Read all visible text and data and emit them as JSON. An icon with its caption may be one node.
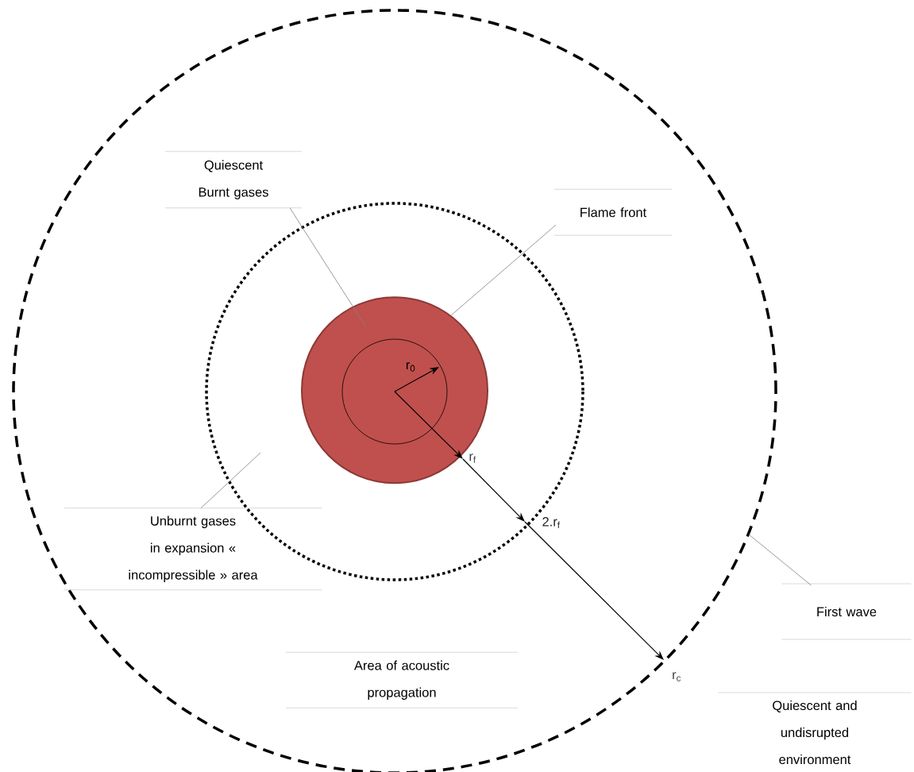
{
  "diagram": {
    "nodes": [
      {
        "text": [],
        "shape": "circle"
      },
      {
        "text": [
          "Quiescent Burnt gases"
        ],
        "in": 0
      },
      {
        "text": [
          "Flame front"
        ],
        "in": 0
      },
      {
        "text": [],
        "shape": "circle",
        "in": 0
      },
      {
        "text": [
          "Unburnt gases in expansion « incompressible » area"
        ],
        "in": 0
      },
      {
        "text": [
          "First wave"
        ]
      },
      {
        "text": [
          "Area of acoustic propagation"
        ],
        "in": 0
      },
      {
        "text": [
          "Quiescent and undisrupted environment"
        ]
      }
    ],
    "edges": [
      {
        "from": 1,
        "to": 3,
        "arrow": "none"
      },
      {
        "from": 2,
        "to": 3,
        "arrow": "none"
      },
      {
        "from": 4,
        "to": null,
        "arrow": "none"
      },
      {
        "from": 5,
        "to": 0,
        "arrow": "none"
      }
    ],
    "labels": [
      "r$_{0}$",
      "r$_{f}$",
      "2.r$_{f}$",
      "r$_{c}$"
    ]
  }
}
